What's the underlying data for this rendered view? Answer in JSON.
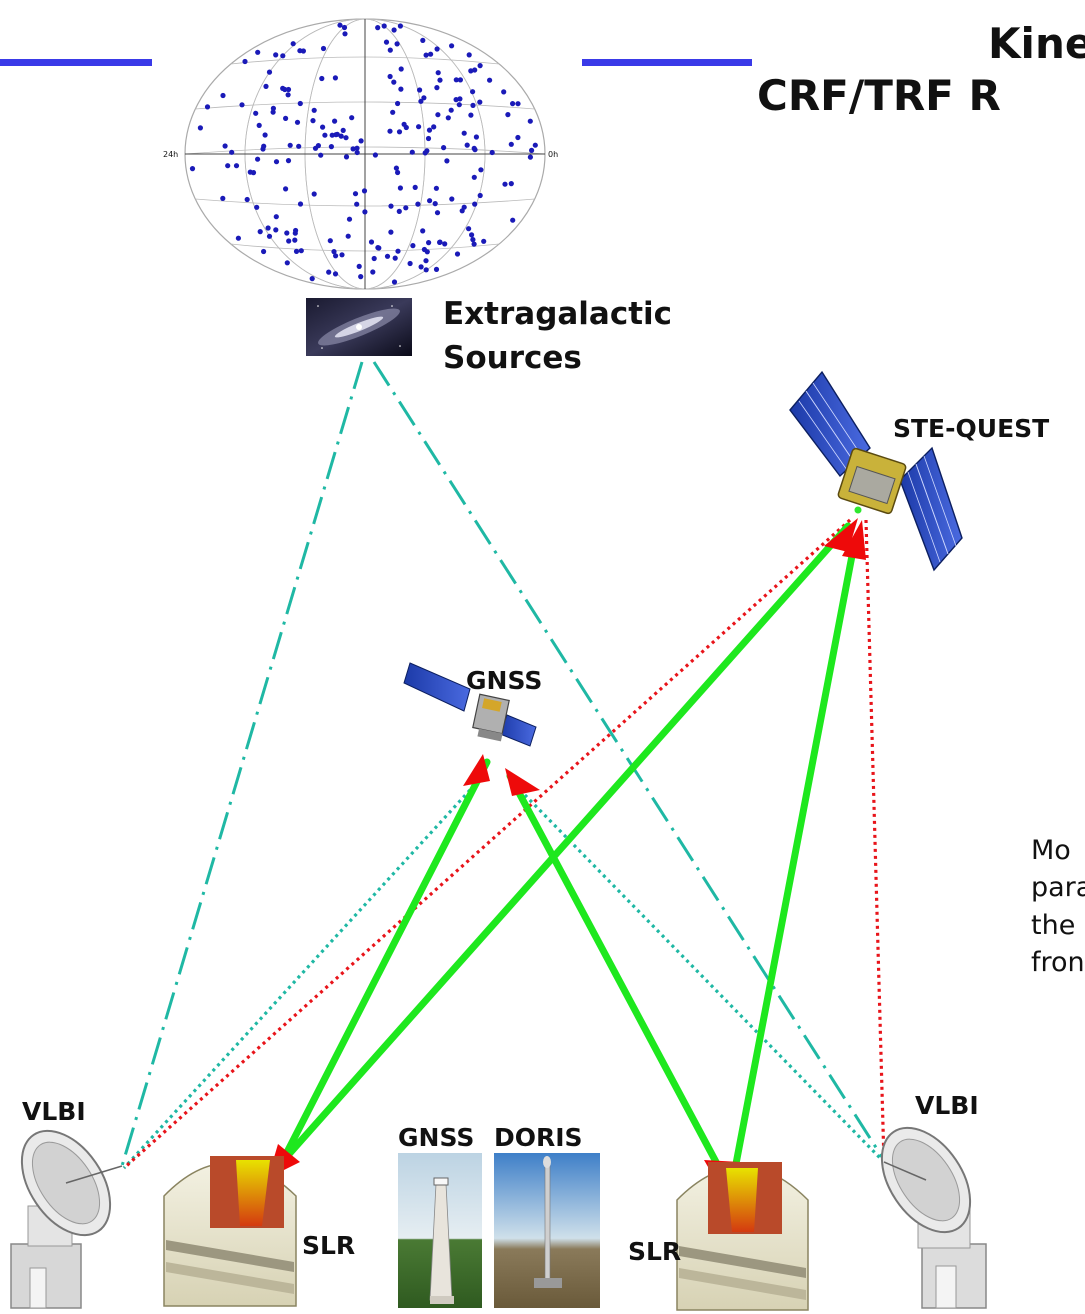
{
  "title": {
    "line1": "Kine",
    "line2": "CRF/TRF R"
  },
  "sky_map": {
    "label_left": "24h",
    "label_right": "0h"
  },
  "labels": {
    "extragalactic_line1": "Extragalactic",
    "extragalactic_line2": "Sources",
    "ste_quest": "STE-QUEST",
    "gnss_satellite": "GNSS",
    "vlbi_left": "VLBI",
    "vlbi_right": "VLBI",
    "slr_left": "SLR",
    "slr_right": "SLR",
    "gnss_station": "GNSS",
    "doris_station": "DORIS"
  },
  "side_text": [
    "Mo",
    "para",
    "the",
    "fron"
  ],
  "colors": {
    "title_rule": "#3a3ae8",
    "sky_dots": "#1a1ab8",
    "vlbi_link": "#1fb8a4",
    "ste_quest_link": "#e8141a",
    "slr_link": "#1ee81e",
    "arrow_head": "#ee0a0a"
  }
}
